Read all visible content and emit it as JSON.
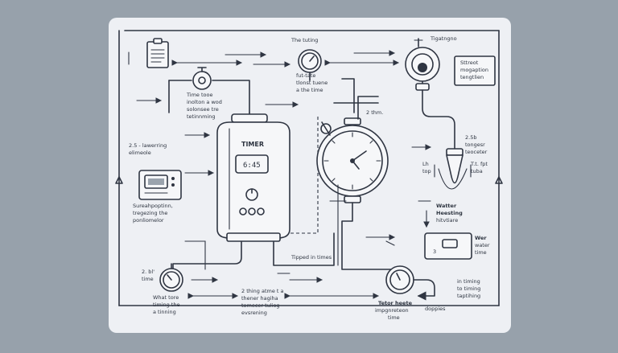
{
  "heater": {
    "title": "TIMER",
    "display": "6:45"
  },
  "labels": {
    "the_timing": "The tuting",
    "top_right_gauge": "Tigatngno",
    "box_text": [
      "Sttreot",
      "mogaption",
      "tengtlien"
    ],
    "center_left_note": [
      "Time tooe",
      "inolton a wod",
      "solonsee tre",
      "tetinnming"
    ],
    "top_gauge_note": [
      "fut-tate",
      "tlonst tuene",
      "a the time"
    ],
    "left_upper": [
      "2.5 - lawerring",
      "elimeole"
    ],
    "left_lower": [
      "Sureahpoptinn,",
      "tregezing the",
      "ponliomelor"
    ],
    "two_thm": "2 thm.",
    "right_upper": [
      "2.5b",
      "tongesr",
      "teoceter"
    ],
    "lb": [
      "Lh",
      "top"
    ],
    "tt": [
      "T.t. fpt",
      "tuba"
    ],
    "water_heating": [
      "Watter",
      "Heesting",
      "hitvtiare"
    ],
    "wer_time": [
      "Wer",
      "water",
      "time"
    ],
    "three": "3",
    "tipped": "Tipped in times",
    "left_bottom_num": [
      "2. bl'",
      "time"
    ],
    "what_tore": [
      "What tore",
      "timing the",
      "a tinning"
    ],
    "two_thing": [
      "2 thing atme t a",
      "thener hagiha",
      "tomecer tuliog",
      "evsrening"
    ],
    "water_heater": [
      "Tetor heete",
      "impgnreteon",
      "time"
    ],
    "dopples": "doppies",
    "right_bottom": [
      "in timing",
      "to timing",
      "taptihing"
    ]
  }
}
